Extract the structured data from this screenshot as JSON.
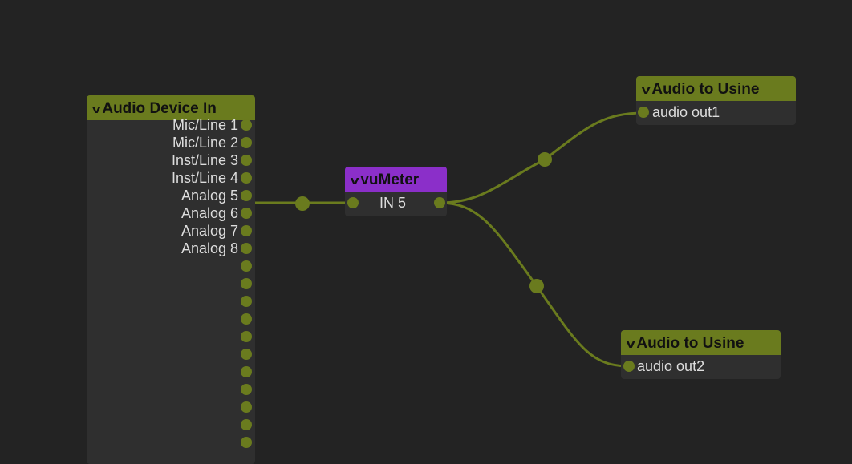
{
  "nodes": {
    "device_in": {
      "title": "Audio Device In",
      "outputs": [
        "Mic/Line 1",
        "Mic/Line 2",
        "Inst/Line 3",
        "Inst/Line 4",
        "Analog 5",
        "Analog 6",
        "Analog 7",
        "Analog 8"
      ],
      "unlabeled_ports": 11
    },
    "vumeter": {
      "title": "vuMeter",
      "input": "IN 5"
    },
    "usine1": {
      "title": "Audio to Usine",
      "input": "audio out1"
    },
    "usine2": {
      "title": "Audio to Usine",
      "input": "audio out2"
    }
  },
  "colors": {
    "background": "#232323",
    "audio": "#6a7b1e",
    "vumeter": "#8b2fc9"
  }
}
